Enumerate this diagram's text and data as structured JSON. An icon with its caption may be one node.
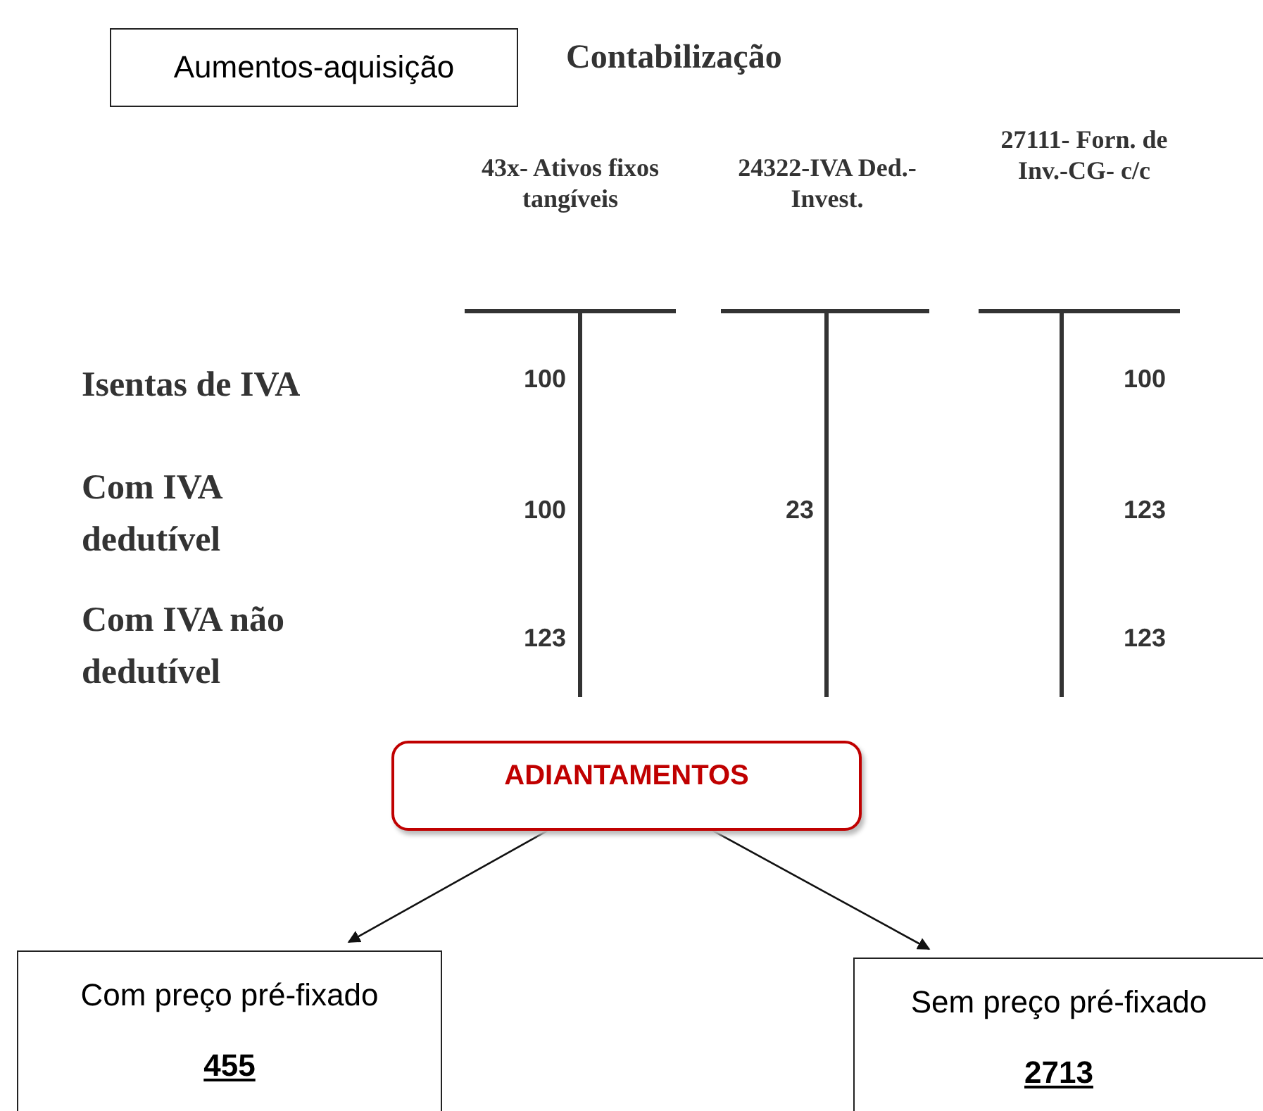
{
  "diagram": {
    "title": "Contabilização",
    "nodes": [
      {
        "text": [
          "Aumentos-aquisição"
        ]
      },
      {
        "text": [
          "ADIANTAMENTOS"
        ]
      },
      {
        "text": [
          "Com preço pré-fixado",
          "455"
        ]
      },
      {
        "text": [
          "Sem preço pré-fixado",
          "2713"
        ]
      }
    ],
    "edges": [
      {
        "from": 1,
        "to": 2,
        "arrow": "to"
      },
      {
        "from": 1,
        "to": 3,
        "arrow": "to"
      }
    ],
    "labels": [
      "43x- Ativos fixos tangíveis",
      "24322-IVA Ded.- Invest.",
      "27111- Forn. de Inv.-CG- c/c",
      "Isentas de IVA",
      "100",
      "100",
      "Com IVA dedutível",
      "100",
      "23",
      "123",
      "Com IVA não dedutível",
      "123",
      "123"
    ]
  }
}
